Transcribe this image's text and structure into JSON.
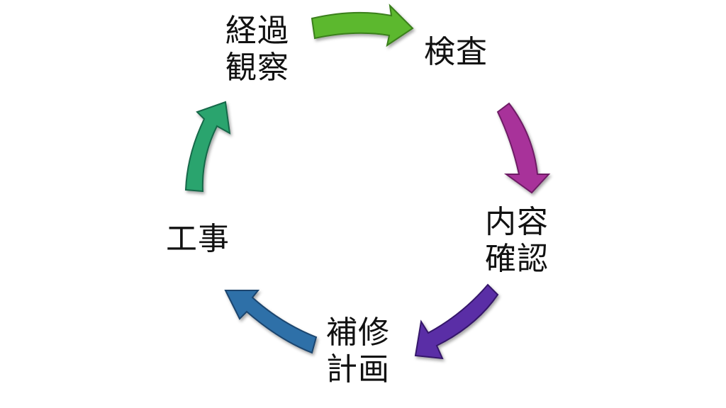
{
  "cycle": {
    "steps": [
      {
        "lines": [
          "経過",
          "観察"
        ]
      },
      {
        "lines": [
          "検査"
        ]
      },
      {
        "lines": [
          "内容",
          "確認"
        ]
      },
      {
        "lines": [
          "補修",
          "計画"
        ]
      },
      {
        "lines": [
          "工事"
        ]
      }
    ],
    "arrows": [
      {
        "from": "経過観察",
        "to": "検査",
        "color": "#5cb82e",
        "edge": "#3b7f1c"
      },
      {
        "from": "検査",
        "to": "内容確認",
        "color": "#a8329a",
        "edge": "#6e1d65"
      },
      {
        "from": "内容確認",
        "to": "補修計画",
        "color": "#5a2ea6",
        "edge": "#35186a"
      },
      {
        "from": "補修計画",
        "to": "工事",
        "color": "#2f6fa8",
        "edge": "#1a456e"
      },
      {
        "from": "工事",
        "to": "経過観察",
        "color": "#2aa46e",
        "edge": "#17684a"
      }
    ]
  }
}
